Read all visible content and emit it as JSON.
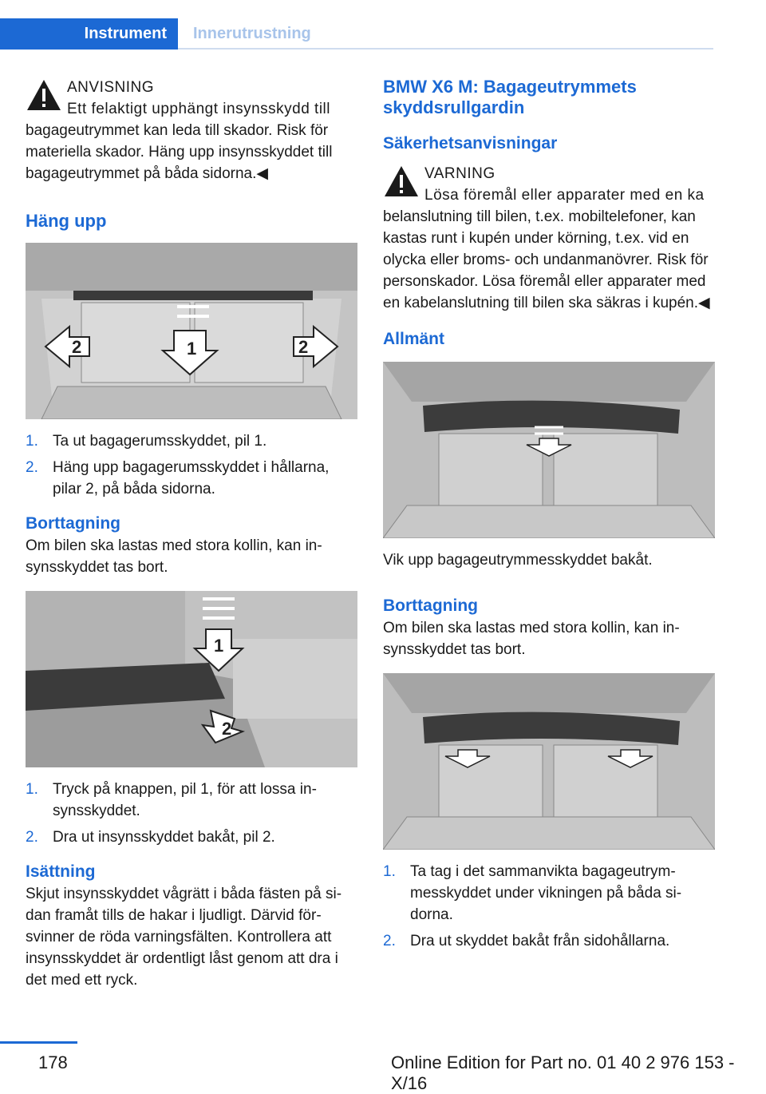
{
  "header": {
    "active_tab": "Instrument",
    "inactive_tab": "Innerutrustning"
  },
  "left": {
    "notice": {
      "title": "ANVISNING",
      "first_line": "Ett felaktigt upphängt insynsskydd till",
      "body": "bagageutrymmet kan leda till skador. Risk för materiella skador. Häng upp insynsskyddet till bagageutrymmet på båda sidorna.◀"
    },
    "hang_upp": {
      "heading": "Häng upp",
      "figure_labels": [
        "2",
        "1",
        "2"
      ],
      "steps": [
        {
          "num": "1.",
          "text": "Ta ut bagagerumsskyddet, pil 1."
        },
        {
          "num": "2.",
          "text": "Häng upp bagagerumsskyddet i hållarna, pilar 2, på båda sidorna."
        }
      ]
    },
    "borttagning": {
      "heading": "Borttagning",
      "text": "Om bilen ska lastas med stora kollin, kan in­synsskyddet tas bort.",
      "figure_labels": [
        "1",
        "2"
      ],
      "steps": [
        {
          "num": "1.",
          "text": "Tryck på knappen, pil 1, för att lossa in­synsskyddet."
        },
        {
          "num": "2.",
          "text": "Dra ut insynsskyddet bakåt, pil 2."
        }
      ]
    },
    "isattning": {
      "heading": "Isättning",
      "text": "Skjut insynsskyddet vågrätt i båda fästen på si­dan framåt tills de hakar i ljudligt. Därvid för­svinner de röda varningsfälten. Kontrollera att insynsskyddet är ordentligt låst genom att dra i det med ett ryck."
    }
  },
  "right": {
    "title": "BMW X6 M: Bagageutrymmets skyddsrullgardin",
    "safety_heading": "Säkerhetsanvisningar",
    "notice": {
      "title": "VARNING",
      "first_line": "Lösa föremål eller apparater med en ka­",
      "body": "belanslutning till bilen, t.ex. mobiltelefoner, kan kastas runt i kupén under körning, t.ex. vid en olycka eller broms- och undanmanövrer. Risk för personskador. Lösa föremål eller apparater med en kabelanslutning till bilen ska säkras i kupén.◀"
    },
    "allmant": {
      "heading": "Allmänt",
      "caption": "Vik upp bagageutrymmesskyddet bakåt."
    },
    "borttagning": {
      "heading": "Borttagning",
      "text": "Om bilen ska lastas med stora kollin, kan in­synsskyddet tas bort.",
      "steps": [
        {
          "num": "1.",
          "text": "Ta tag i det sammanvikta bagageutrym­messkyddet under vikningen på båda si­dorna."
        },
        {
          "num": "2.",
          "text": "Dra ut skyddet bakåt från sidohållarna."
        }
      ]
    }
  },
  "footer": {
    "page_number": "178",
    "edition": "Online Edition for Part no. 01 40 2 976 153 - X/16"
  }
}
